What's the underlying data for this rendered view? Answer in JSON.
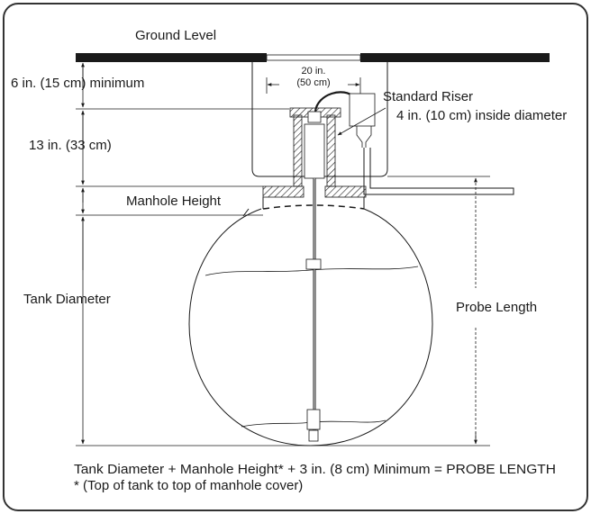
{
  "labels": {
    "ground_level": "Ground Level",
    "min_cover": "6 in. (15 cm) minimum",
    "riser_width_in": "20 in.",
    "riser_width_cm": "(50 cm)",
    "standard_riser": "Standard Riser",
    "riser_inside_diameter": "4 in. (10 cm) inside diameter",
    "riser_height": "13 in. (33 cm)",
    "manhole_height": "Manhole Height",
    "tank_diameter": "Tank Diameter",
    "probe_length": "Probe Length",
    "formula": "Tank Diameter + Manhole Height* + 3 in.  (8 cm) Minimum = PROBE LENGTH",
    "footnote": "* (Top of tank to top of manhole cover)"
  },
  "colors": {
    "ink": "#1a1a1a",
    "frame": "#333333",
    "background": "#ffffff"
  }
}
